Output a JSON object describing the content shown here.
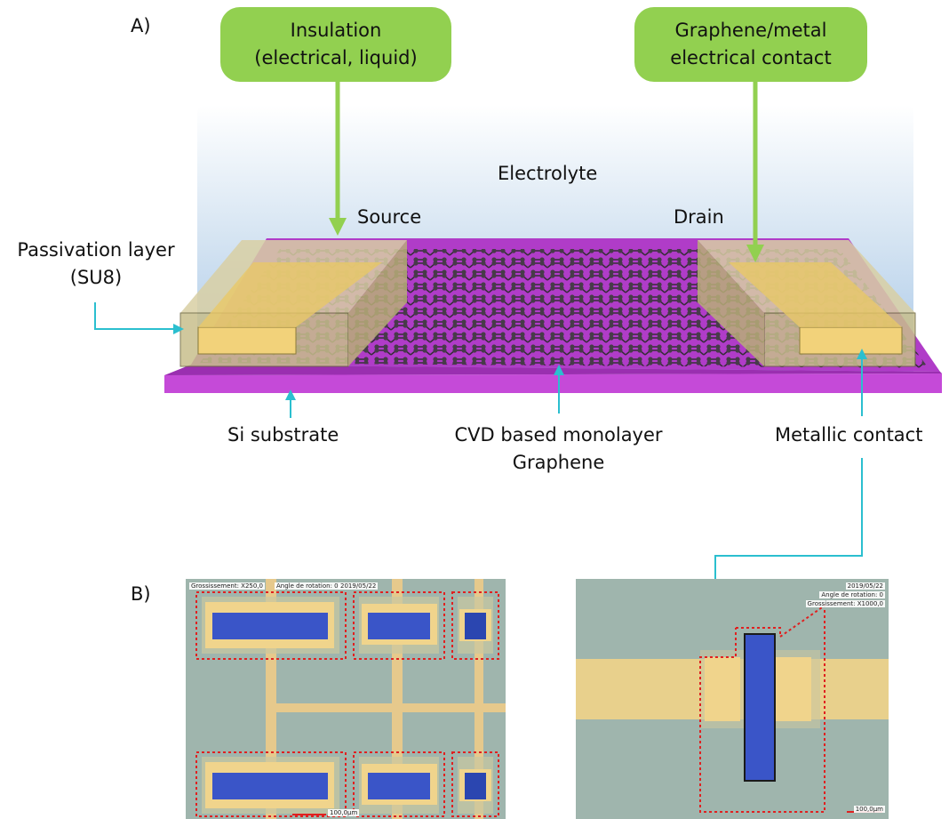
{
  "panel_a": {
    "label": "A)",
    "callout_insulation": [
      "Insulation",
      "(electrical, liquid)"
    ],
    "callout_contact": [
      "Graphene/metal",
      "electrical contact"
    ],
    "electrolyte": "Electrolyte",
    "source": "Source",
    "drain": "Drain",
    "passivation": [
      "Passivation layer",
      "(SU8)"
    ],
    "si_substrate": "Si substrate",
    "graphene": [
      "CVD based monolayer",
      "Graphene"
    ],
    "metallic_contact": "Metallic contact"
  },
  "panel_b": {
    "label": "B)",
    "left_image": {
      "magnification": "Grossissement: X250,0",
      "rotation": "Angle de rotation: 0",
      "date": "2019/05/22",
      "scale": "100,0µm"
    },
    "right_image": {
      "date": "2019/05/22",
      "rotation": "Angle de rotation: 0",
      "magnification": "Grossissement: X1000,0",
      "scale": "100,0µm"
    }
  },
  "colors": {
    "callout_green": "#92d050",
    "arrow_cyan": "#2bbfcf",
    "substrate_magenta": "#b03cc8",
    "contact_gold": "#f2d27a",
    "channel_blue": "#3a55c8",
    "outline_red": "#e02020"
  }
}
